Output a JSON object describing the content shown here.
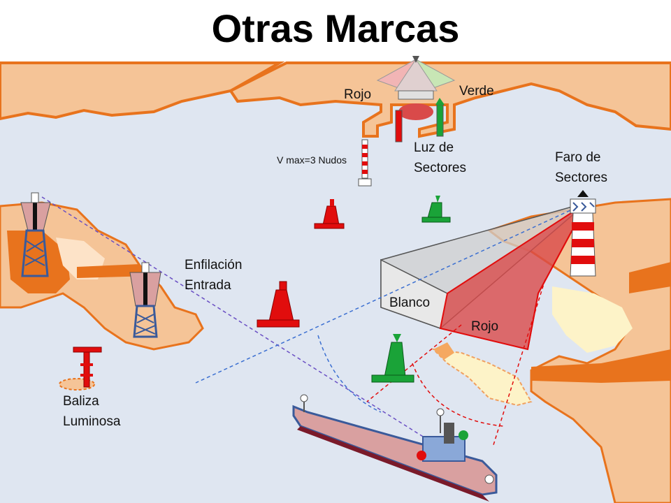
{
  "title": "Otras Marcas",
  "labels": {
    "rojo_top": "Rojo",
    "verde_top": "Verde",
    "vmax": "V max=3 Nudos",
    "luz_line1": "Luz de",
    "luz_line2": "Sectores",
    "faro_line1": "Faro de",
    "faro_line2": "Sectores",
    "enfilacion_line1": "Enfilación",
    "enfilacion_line2": "Entrada",
    "blanco": "Blanco",
    "rojo_sector": "Rojo",
    "baliza_line1": "Baliza",
    "baliza_line2": "Luminosa"
  },
  "colors": {
    "sea": "#dfe6f1",
    "land": "#f5c497",
    "land_dark": "#e8731d",
    "red": "#e10d0d",
    "green": "#1aa338",
    "white_sector": "#d8d8d8",
    "red_sector": "#d94a4a"
  },
  "icons": [
    "lighthouse-icon",
    "buoy-icon",
    "ship-icon",
    "beacon-tower-icon"
  ]
}
